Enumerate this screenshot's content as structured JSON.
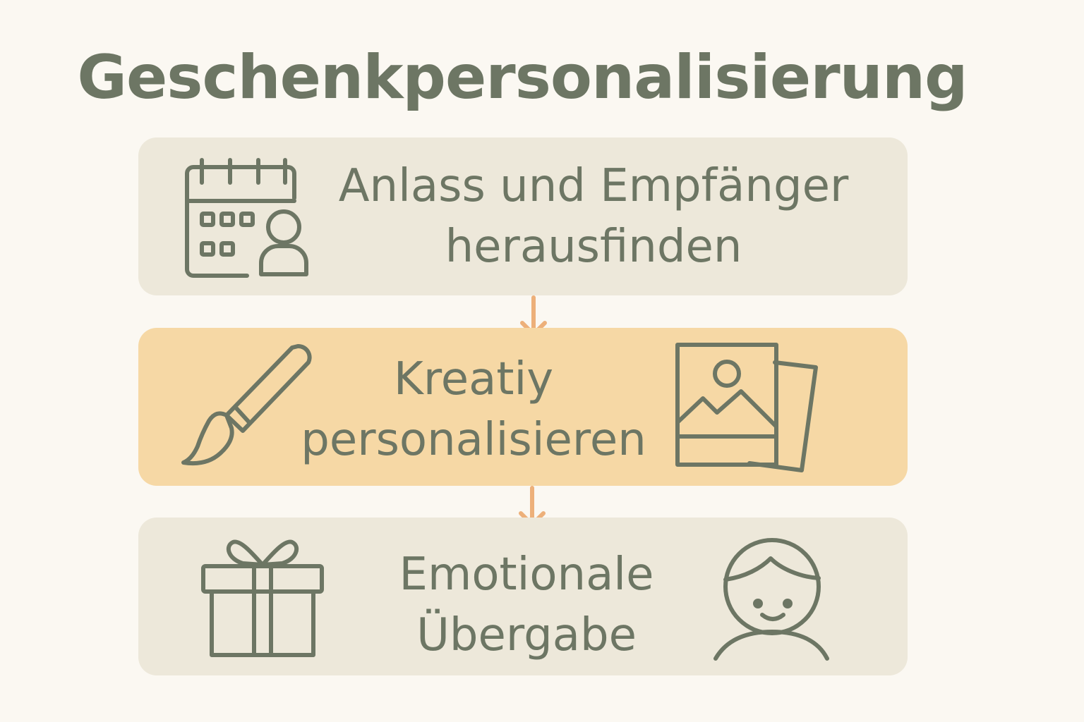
{
  "title": "Geschenkpersonalisierung",
  "steps": [
    {
      "lines": [
        "Anlass und Empfänger",
        "herausfinden"
      ]
    },
    {
      "lines": [
        "Kreatiy",
        "personalisieren"
      ]
    },
    {
      "lines": [
        "Emotionale",
        "Übergabe"
      ]
    }
  ],
  "icons": [
    "calendar-icon",
    "person-icon",
    "paintbrush-icon",
    "photos-icon",
    "gift-icon",
    "smiling-face-icon"
  ],
  "colors": {
    "background": "#FBF8F2",
    "neutral_box": "#EDE8DA",
    "highlight_box": "#F6D8A5",
    "text_and_icons": "#6D7664",
    "connector": "#EDB07A"
  }
}
